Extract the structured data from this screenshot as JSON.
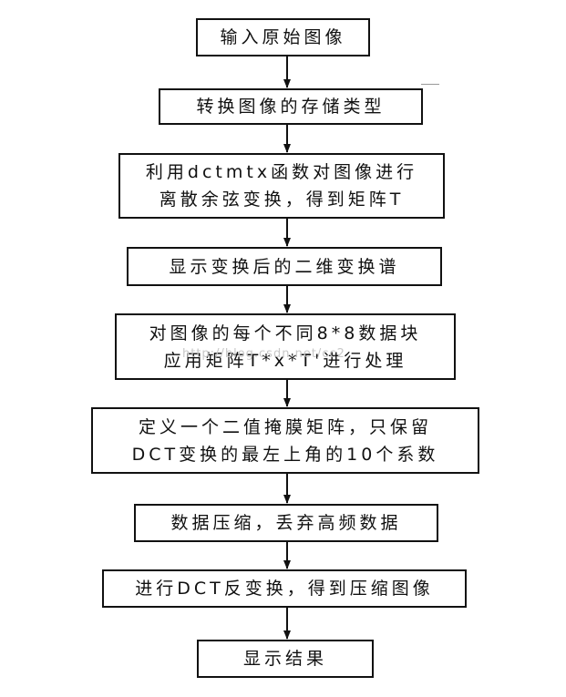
{
  "flowchart": {
    "nodes": [
      {
        "id": "input-original-image",
        "lines": [
          "输入原始图像"
        ]
      },
      {
        "id": "convert-storage-type",
        "lines": [
          "转换图像的存储类型"
        ]
      },
      {
        "id": "dct-transform",
        "lines": [
          "利用dctmtx函数对图像进行",
          "离散余弦变换，得到矩阵T"
        ]
      },
      {
        "id": "show-2d-spectrum",
        "lines": [
          "显示变换后的二维变换谱"
        ]
      },
      {
        "id": "process-8x8-blocks",
        "lines": [
          "对图像的每个不同8*8数据块",
          "应用矩阵T*x*T'进行处理"
        ]
      },
      {
        "id": "define-mask",
        "lines": [
          "定义一个二值掩膜矩阵，只保留",
          "DCT变换的最左上角的10个系数"
        ]
      },
      {
        "id": "compress-data",
        "lines": [
          "数据压缩，丢弃高频数据"
        ]
      },
      {
        "id": "inverse-dct",
        "lines": [
          "进行DCT反变换，得到压缩图像"
        ]
      },
      {
        "id": "show-result",
        "lines": [
          "显示结果"
        ]
      }
    ],
    "edges": [
      {
        "from": "input-original-image",
        "to": "convert-storage-type"
      },
      {
        "from": "convert-storage-type",
        "to": "dct-transform"
      },
      {
        "from": "dct-transform",
        "to": "show-2d-spectrum"
      },
      {
        "from": "show-2d-spectrum",
        "to": "process-8x8-blocks"
      },
      {
        "from": "process-8x8-blocks",
        "to": "define-mask"
      },
      {
        "from": "define-mask",
        "to": "compress-data"
      },
      {
        "from": "compress-data",
        "to": "inverse-dct"
      },
      {
        "from": "inverse-dct",
        "to": "show-result"
      }
    ]
  },
  "watermark": "http://blog.csdn.net/cc2"
}
